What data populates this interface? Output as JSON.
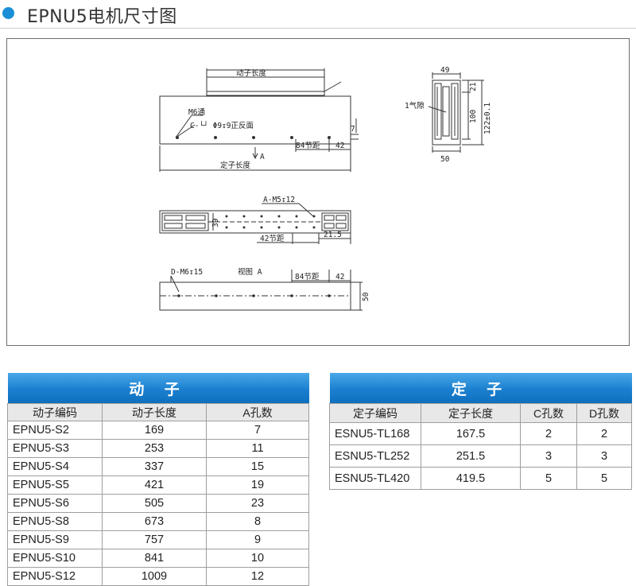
{
  "header": {
    "title": "EPNU5电机尺寸图"
  },
  "drawing": {
    "front": {
      "mover_length": "动子长度",
      "m6_thru": "M6通",
      "counterbore": "C-└┘ Φ9↧9正反面",
      "arrow_a": "A",
      "pitch": "84节距",
      "end": "42",
      "num7": "7",
      "stator_length": "定子长度"
    },
    "top": {
      "thread": "A-M5↧12",
      "height": "39",
      "pitch": "42节距",
      "end": "21.5"
    },
    "bottom": {
      "thread": "D-M6↧15",
      "view": "视图 A",
      "pitch": "84节距",
      "end": "42",
      "height": "50"
    },
    "section": {
      "top_dim": "49",
      "right_dim": "21",
      "dim100": "100",
      "dim122": "122±0.1",
      "gap": "1气隙",
      "bottom_dim": "50"
    }
  },
  "rotor_table": {
    "band": "动 子",
    "headers": [
      "动子编码",
      "动子长度",
      "A孔数"
    ],
    "rows": [
      [
        "EPNU5-S2",
        "169",
        "7"
      ],
      [
        "EPNU5-S3",
        "253",
        "11"
      ],
      [
        "EPNU5-S4",
        "337",
        "15"
      ],
      [
        "EPNU5-S5",
        "421",
        "19"
      ],
      [
        "EPNU5-S6",
        "505",
        "23"
      ],
      [
        "EPNU5-S8",
        "673",
        "8"
      ],
      [
        "EPNU5-S9",
        "757",
        "9"
      ],
      [
        "EPNU5-S10",
        "841",
        "10"
      ],
      [
        "EPNU5-S12",
        "1009",
        "12"
      ]
    ]
  },
  "stator_table": {
    "band": "定 子",
    "headers": [
      "定子编码",
      "定子长度",
      "C孔数",
      "D孔数"
    ],
    "rows": [
      [
        "ESNU5-TL168",
        "167.5",
        "2",
        "2"
      ],
      [
        "ESNU5-TL252",
        "251.5",
        "3",
        "3"
      ],
      [
        "ESNU5-TL420",
        "419.5",
        "5",
        "5"
      ]
    ]
  },
  "colors": {
    "accent": "#1a8fd8",
    "band": "#1b7fcf"
  }
}
